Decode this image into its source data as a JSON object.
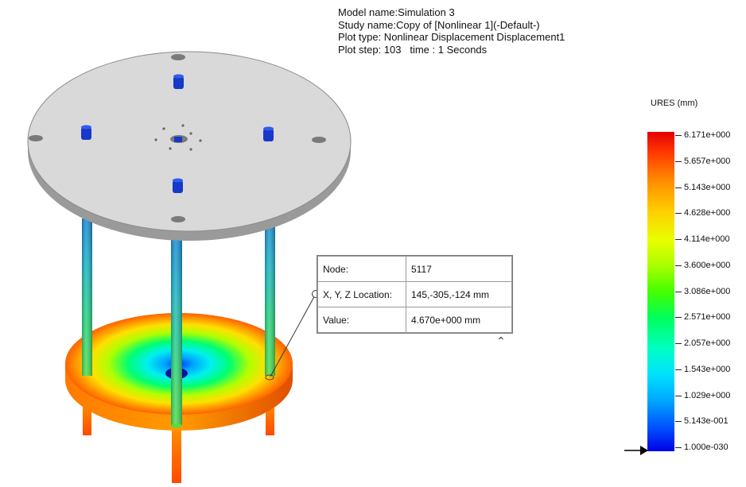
{
  "info": {
    "model_name": "Model name:Simulation 3",
    "study_name": "Study name:Copy of [Nonlinear 1](-Default-)",
    "plot_type": "Plot type: Nonlinear Displacement Displacement1",
    "plot_step": "Plot step: 103   time : 1 Seconds"
  },
  "legend": {
    "title": "URES (mm)",
    "max_color": "#e40000",
    "min_color": "#0000e6",
    "ticks": [
      "6.171e+000",
      "5.657e+000",
      "5.143e+000",
      "4.628e+000",
      "4.114e+000",
      "3.600e+000",
      "3.086e+000",
      "2.571e+000",
      "2.057e+000",
      "1.543e+000",
      "1.029e+000",
      "5.143e-001",
      "1.000e-030"
    ]
  },
  "probe": {
    "rows": [
      {
        "label": "Node:",
        "value": "5117"
      },
      {
        "label": "X, Y, Z Location:",
        "value": "145,-305,-124 mm"
      },
      {
        "label": "Value:",
        "value": "4.670e+000 mm"
      }
    ]
  },
  "icons": {
    "collapse": "chevron-up-icon",
    "min_marker": "arrow-right-icon"
  }
}
